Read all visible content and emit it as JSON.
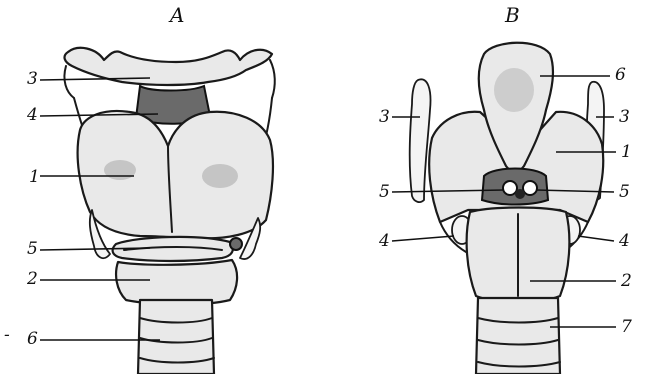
{
  "panels": [
    {
      "title": "A",
      "labels": [
        {
          "key": "a3",
          "text": "3",
          "target": "epiglottis-top"
        },
        {
          "key": "a4",
          "text": "4",
          "target": "thyrohyoid-membrane"
        },
        {
          "key": "a1",
          "text": "1",
          "target": "thyroid-cartilage"
        },
        {
          "key": "a5",
          "text": "5",
          "target": "cricothyroid-ligament"
        },
        {
          "key": "a2",
          "text": "2",
          "target": "cricoid-cartilage"
        },
        {
          "key": "a6",
          "text": "6",
          "target": "trachea"
        }
      ]
    },
    {
      "title": "B",
      "labels": [
        {
          "key": "b6",
          "text": "6",
          "target": "epiglottis"
        },
        {
          "key": "b3l",
          "text": "3",
          "target": "superior-horn-left"
        },
        {
          "key": "b3r",
          "text": "3",
          "target": "superior-horn-right"
        },
        {
          "key": "b1",
          "text": "1",
          "target": "thyroid-lamina"
        },
        {
          "key": "b5l",
          "text": "5",
          "target": "arytenoid-left"
        },
        {
          "key": "b5r",
          "text": "5",
          "target": "arytenoid-right"
        },
        {
          "key": "b4l",
          "text": "4",
          "target": "inferior-horn-left"
        },
        {
          "key": "b4r",
          "text": "4",
          "target": "inferior-horn-right"
        },
        {
          "key": "b2",
          "text": "2",
          "target": "cricoid-lamina"
        },
        {
          "key": "b7",
          "text": "7",
          "target": "trachea"
        }
      ]
    }
  ],
  "marks": {
    "dash": "-"
  },
  "colors": {
    "ink": "#1a1a1a",
    "fill": "#e9e9e9",
    "shadow": "#6a6a6a",
    "background": "#ffffff"
  }
}
